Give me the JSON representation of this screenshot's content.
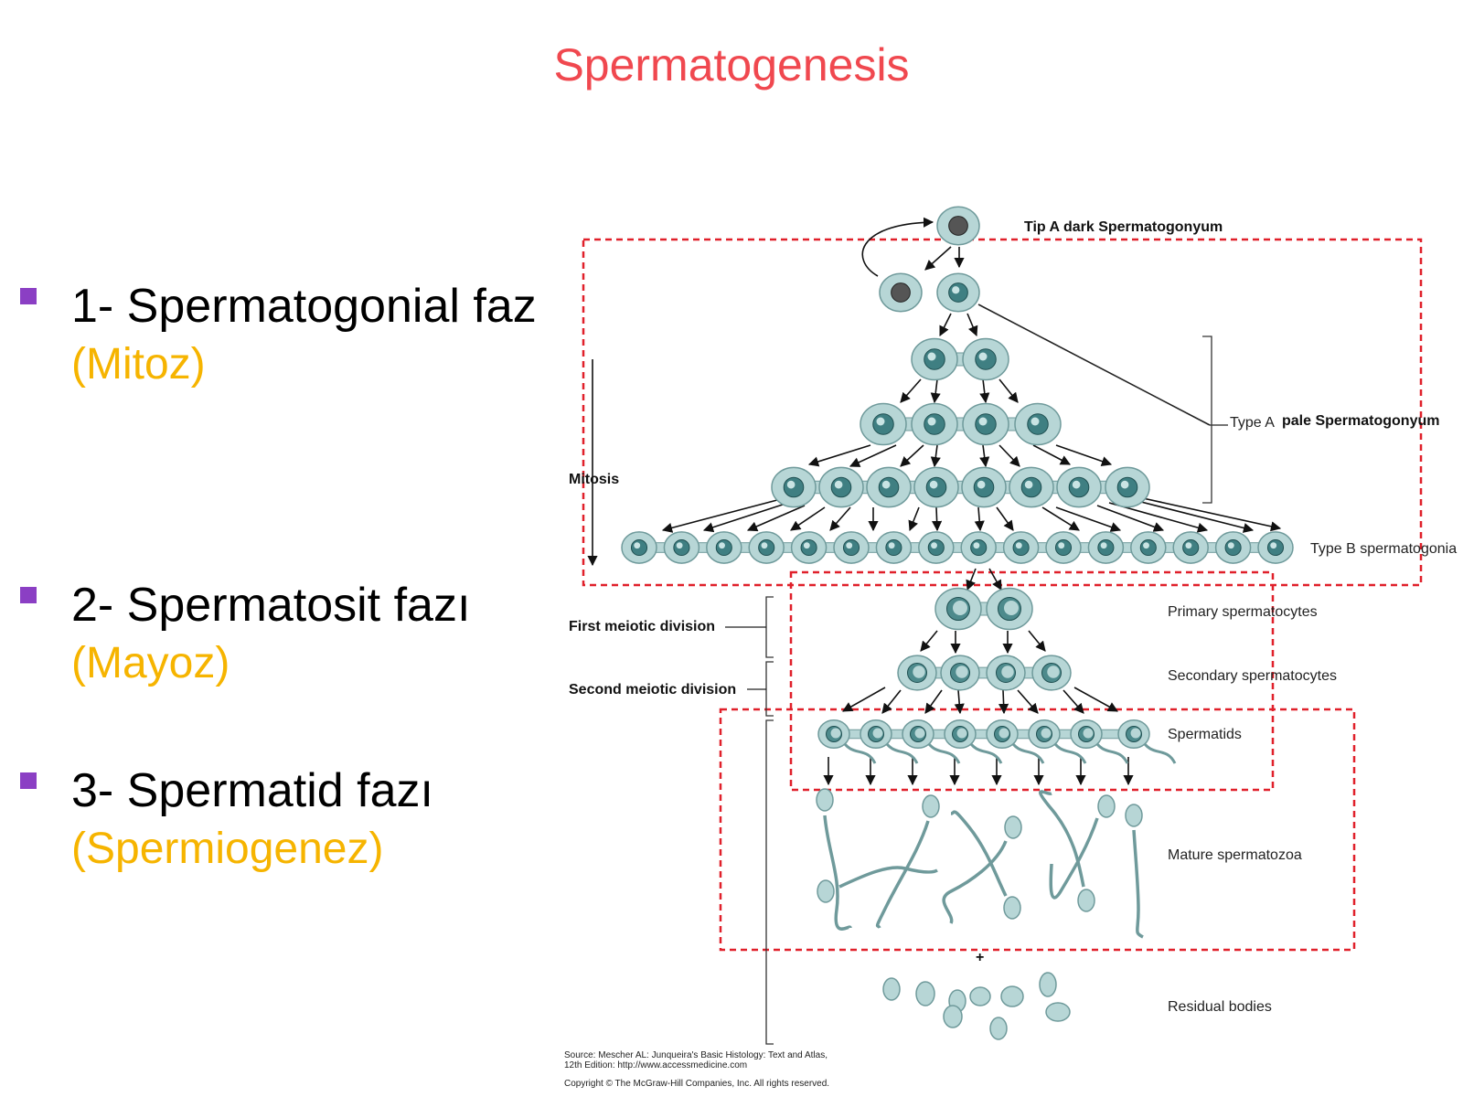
{
  "slide": {
    "title": "Spermatogenesis",
    "bullets": [
      {
        "line1": "1- Spermatogonial faz",
        "line2": "(Mitoz)"
      },
      {
        "line1": "2- Spermatosit fazı",
        "line2": "(Mayoz)"
      },
      {
        "line1": "3- Spermatid fazı",
        "line2": "(Spermiogenez)"
      }
    ]
  },
  "diagram": {
    "labels": {
      "tip_a_dark": "Tip A dark Spermatogonyum",
      "type_a": "Type A",
      "pale": "pale Spermatogonyum",
      "mitosis": "Mitosis",
      "type_b": "Type B spermatogonia",
      "first_meiotic": "First meiotic division",
      "second_meiotic": "Second meiotic division",
      "primary": "Primary spermatocytes",
      "secondary": "Secondary spermatocytes",
      "spermatids": "Spermatids",
      "mature": "Mature spermatozoa",
      "residual": "Residual bodies",
      "plus": "+"
    },
    "source": {
      "line1": "Source: Mescher AL: Junqueira's Basic Histology: Text and Atlas,",
      "line2": "12th Edition: http://www.accessmedicine.com",
      "line3": "Copyright © The McGraw-Hill Companies, Inc. All rights reserved."
    },
    "colors": {
      "cell_fill": "#b7d6d6",
      "cell_stroke": "#6f9a9b",
      "nucleus": "#2f6f72",
      "box_dash": "#e0202a"
    }
  }
}
